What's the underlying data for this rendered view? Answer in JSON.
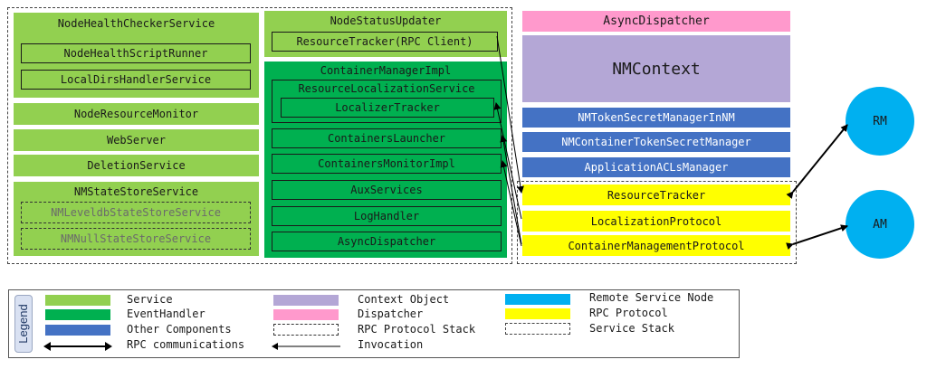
{
  "left_stack": {
    "node_health_checker": "NodeHealthCheckerService",
    "node_health_script_runner": "NodeHealthScriptRunner",
    "local_dirs_handler": "LocalDirsHandlerService",
    "node_resource_monitor": "NodeResourceMonitor",
    "web_server": "WebServer",
    "deletion_service": "DeletionService",
    "nm_state_store_service": "NMStateStoreService",
    "nm_leveldb_state_store": "NMLeveldbStateStoreService",
    "nm_null_state_store": "NMNullStateStoreService"
  },
  "middle_stack": {
    "node_status_updater": "NodeStatusUpdater",
    "resource_tracker_client": "ResourceTracker(RPC Client)",
    "container_manager_impl": "ContainerManagerImpl",
    "resource_localization_service": "ResourceLocalizationService",
    "localizer_tracker": "LocalizerTracker",
    "containers_launcher": "ContainersLauncher",
    "containers_monitor_impl": "ContainersMonitorImpl",
    "aux_services": "AuxServices",
    "log_handler": "LogHandler",
    "async_dispatcher": "AsyncDispatcher"
  },
  "right_stack": {
    "async_dispatcher": "AsyncDispatcher",
    "nm_context": "NMContext",
    "nm_token_secret_manager": "NMTokenSecretManagerInNM",
    "nm_container_token_secret_manager": "NMContainerTokenSecretManager",
    "application_acls_manager": "ApplicationACLsManager",
    "resource_tracker": "ResourceTracker",
    "localization_protocol": "LocalizationProtocol",
    "container_management_protocol": "ContainerManagementProtocol"
  },
  "remote_nodes": {
    "rm": "RM",
    "am": "AM"
  },
  "legend": {
    "title": "Legend",
    "service": "Service",
    "event_handler": "EventHandler",
    "other_components": "Other Components",
    "rpc_communications": "RPC communications",
    "context_object": "Context Object",
    "dispatcher": "Dispatcher",
    "rpc_protocol_stack": "RPC Protocol Stack",
    "invocation": "Invocation",
    "remote_service_node": "Remote Service Node",
    "rpc_protocol": "RPC Protocol",
    "service_stack": "Service Stack"
  },
  "colors": {
    "service": "#92d050",
    "event_handler": "#00b050",
    "other_components": "#4472c4",
    "context_object": "#b4a7d6",
    "dispatcher": "#ff99cc",
    "remote_service_node": "#00b0f0",
    "rpc_protocol": "#ffff00"
  }
}
